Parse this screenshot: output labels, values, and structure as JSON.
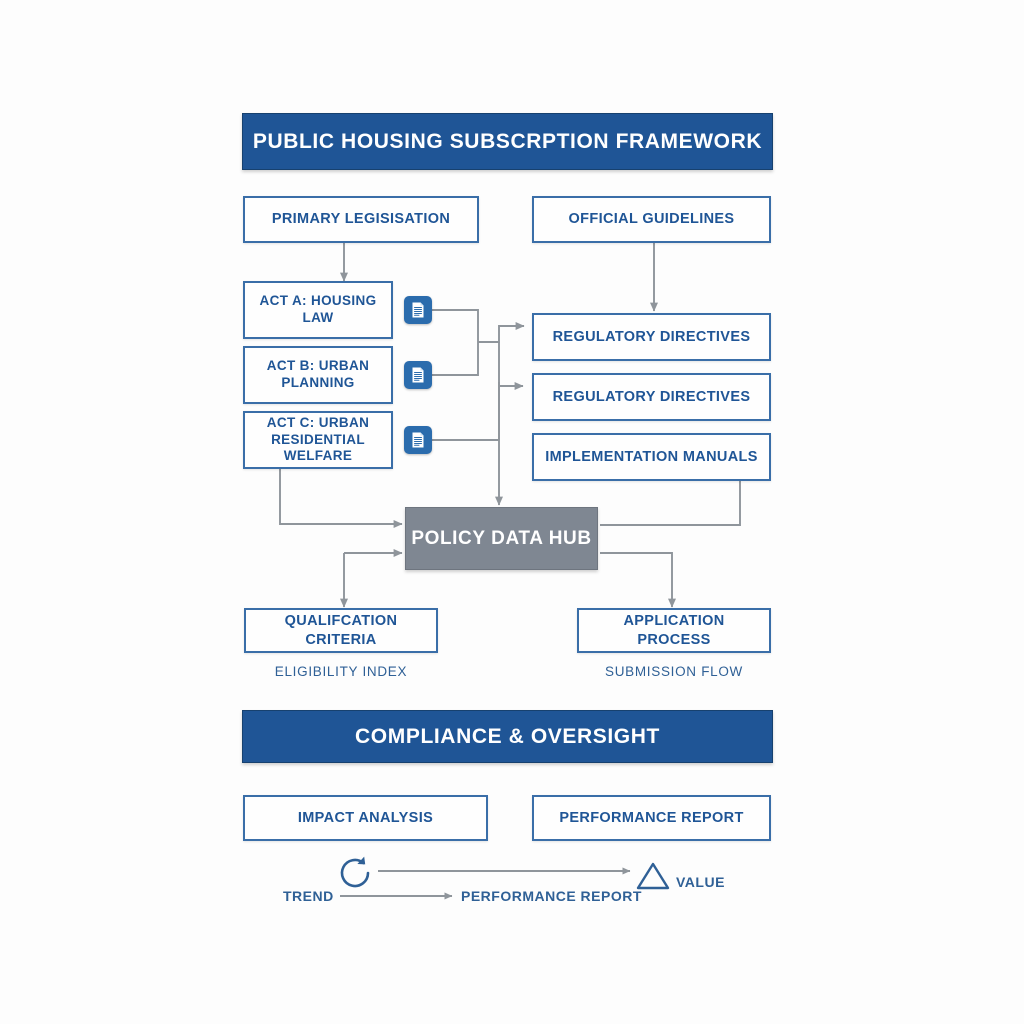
{
  "diagram": {
    "title": "PUBLIC HOUSING SUBSCRPTION FRAMEWORK",
    "colors": {
      "banner_fill": "#1f5596",
      "box_border": "#3a6ea8",
      "box_text": "#1f5596",
      "hub_fill": "#7f8792",
      "connector": "#8f959b",
      "icon_fill": "#2b6cad",
      "background": "#fdfdfd"
    }
  },
  "header_banner": {
    "label": "PUBLIC HOUSING SUBSCRPTION FRAMEWORK"
  },
  "columns": {
    "left_header": "PRIMARY LEGISISATION",
    "right_header": "OFFICIAL GUIDELINES"
  },
  "acts": [
    {
      "label": "ACT A: HOUSING LAW",
      "icon": "document-icon"
    },
    {
      "label": "ACT B: URBAN PLANNING",
      "icon": "document-icon"
    },
    {
      "label": "ACT C: URBAN RESIDENTIAL WELFARE",
      "icon": "document-icon"
    }
  ],
  "guidelines": [
    {
      "label": "REGULATORY DIRECTIVES"
    },
    {
      "label": "REGULATORY DIRECTIVES"
    },
    {
      "label": "IMPLEMENTATION MANUALS"
    }
  ],
  "hub": {
    "label": "POLICY DATA HUB"
  },
  "outputs": [
    {
      "label": "QUALIFCATION CRITERIA",
      "caption": "ELIGIBILITY INDEX"
    },
    {
      "label": "APPLICATION PROCESS",
      "caption": "SUBMISSION FLOW"
    }
  ],
  "compliance_banner": {
    "label": "COMPLIANCE & OVERSIGHT"
  },
  "compliance_boxes": [
    {
      "label": "IMPACT ANALYSIS"
    },
    {
      "label": "PERFORMANCE REPORT"
    }
  ],
  "legend": {
    "trend_label": "TREND",
    "refresh_icon": "refresh-circle-icon",
    "middle_label": "PERFORMANCE REPORT",
    "triangle_icon": "triangle-icon",
    "value_label": "VALUE"
  }
}
